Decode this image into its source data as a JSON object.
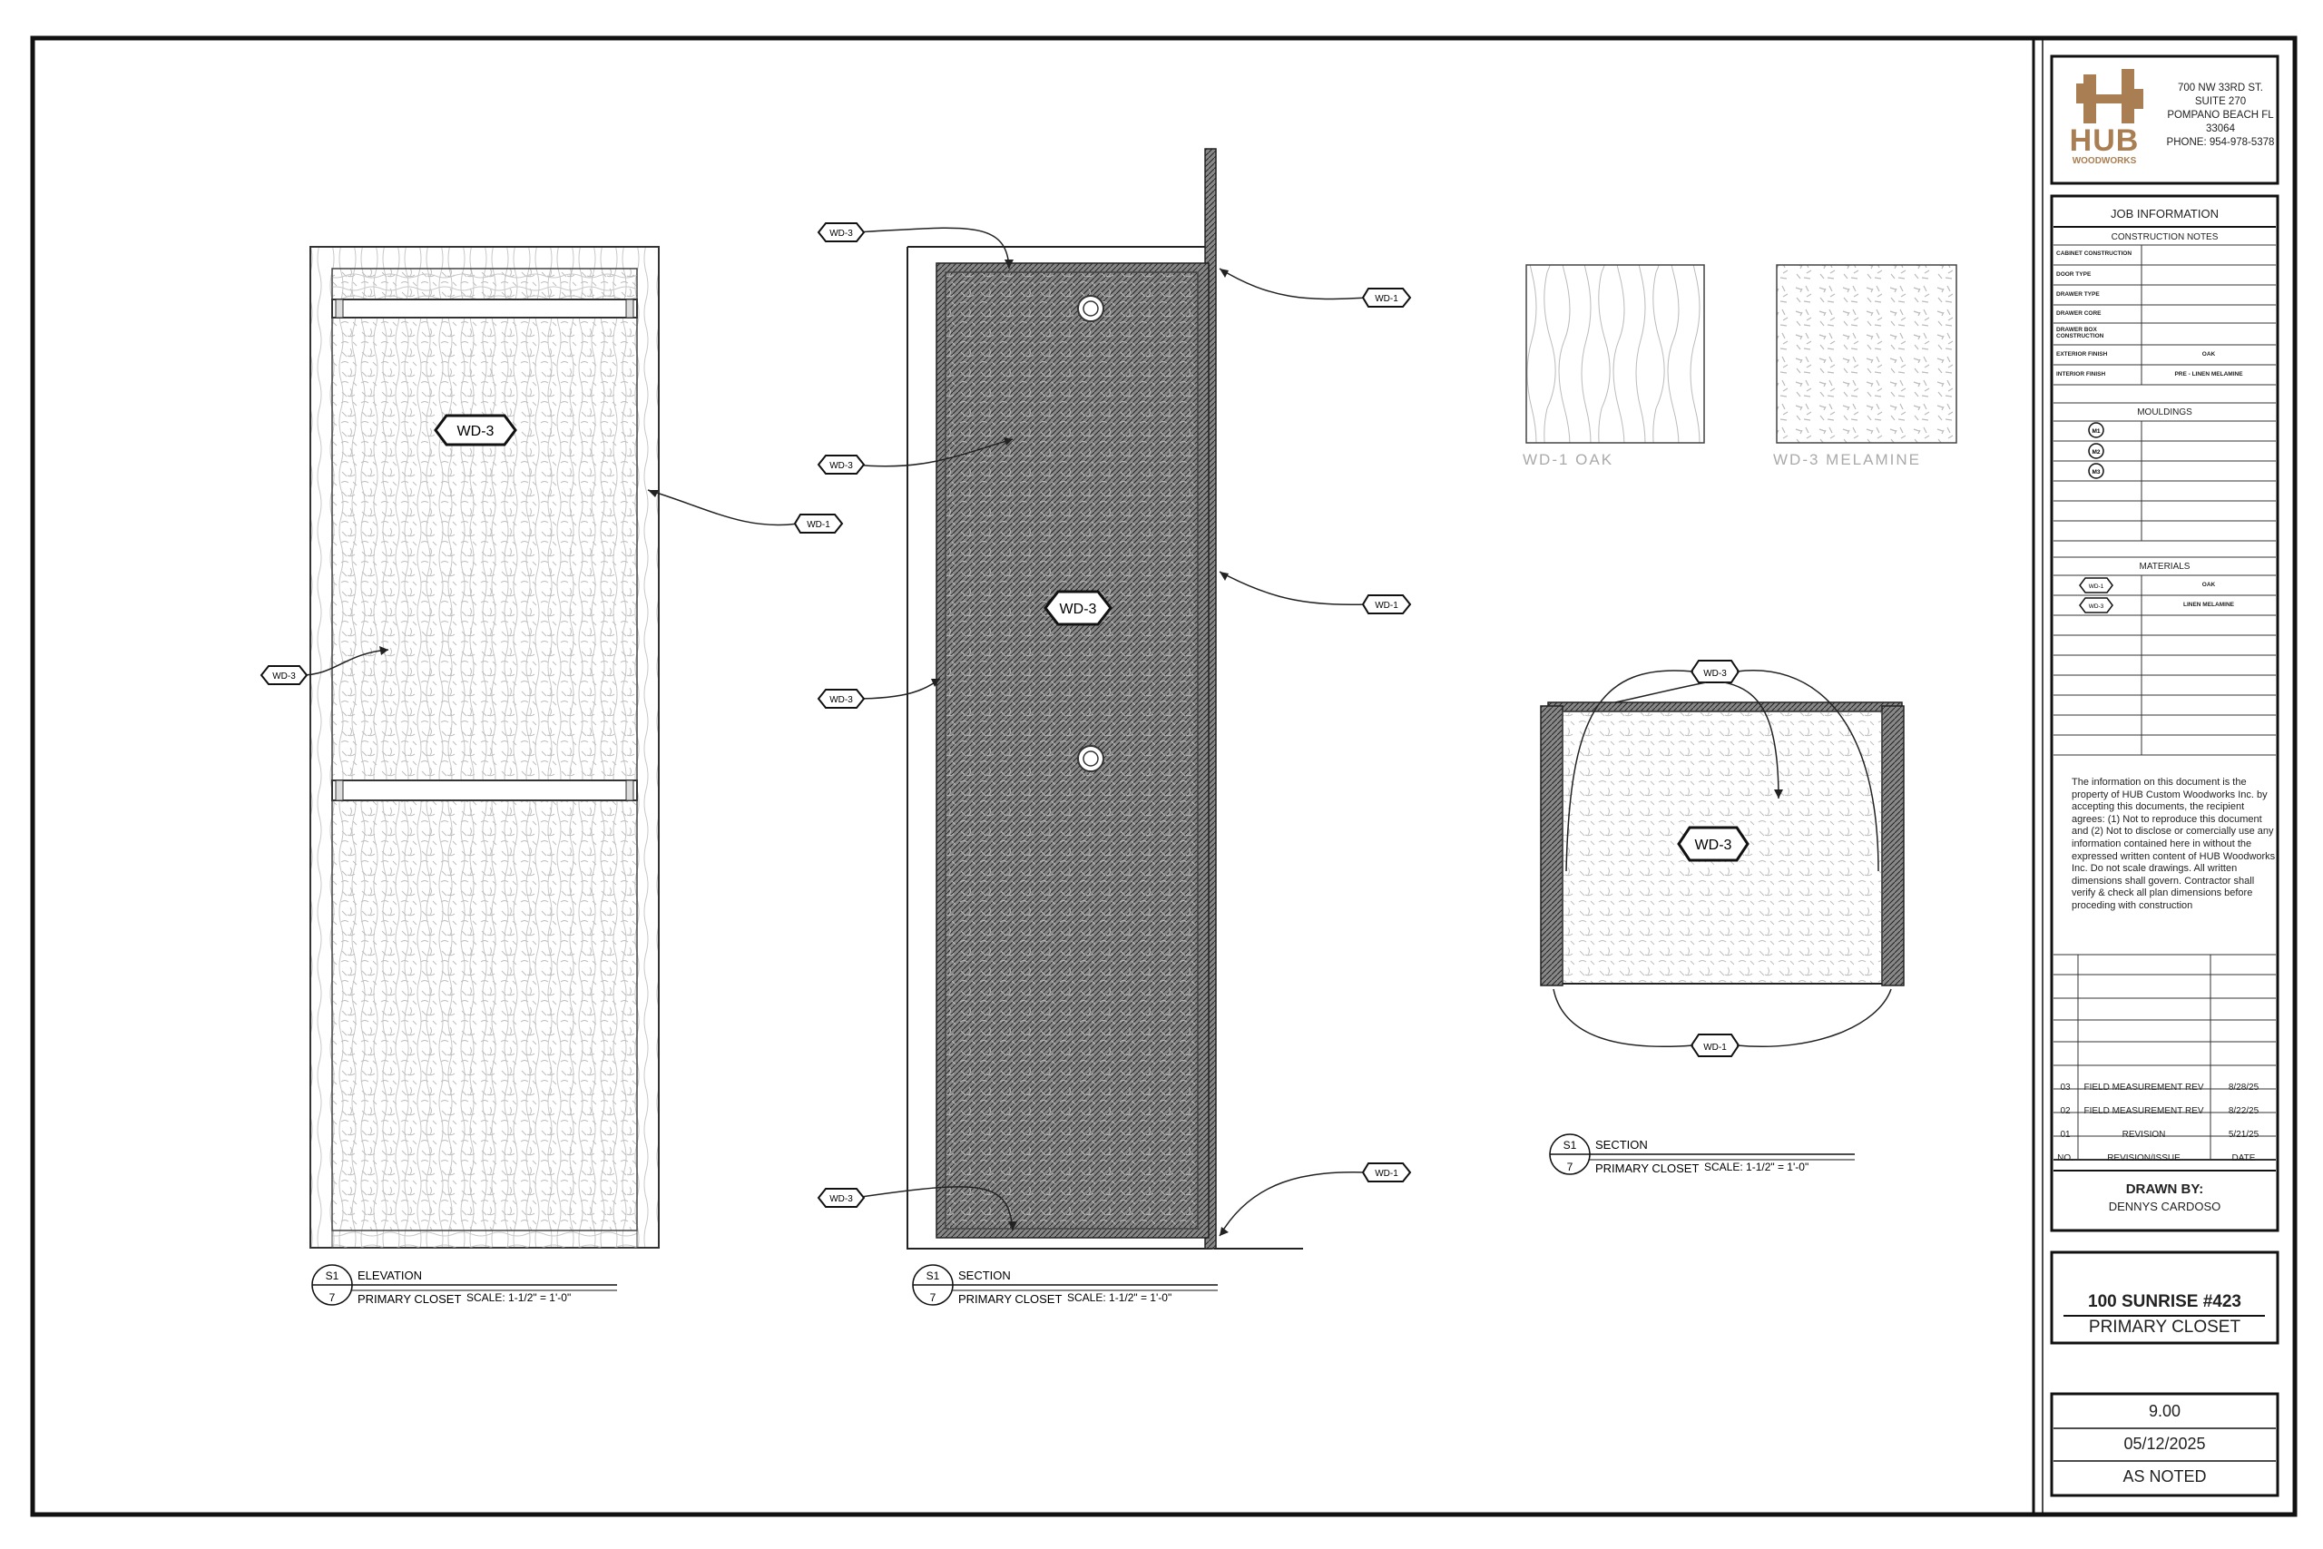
{
  "company": {
    "logo_word": "HUB",
    "logo_sub": "WOODWORKS",
    "address_lines": [
      "700 NW 33RD ST.",
      "SUITE 270",
      "POMPANO BEACH FL",
      "33064",
      "PHONE: 954-978-5378"
    ]
  },
  "job_info": {
    "title": "JOB INFORMATION",
    "construction_notes_title": "CONSTRUCTION NOTES",
    "rows": [
      {
        "label": "CABINET CONSTRUCTION",
        "value": ""
      },
      {
        "label": "DOOR TYPE",
        "value": ""
      },
      {
        "label": "DRAWER TYPE",
        "value": ""
      },
      {
        "label": "DRAWER CORE",
        "value": ""
      },
      {
        "label": "DRAWER BOX CONSTRUCTION",
        "value": ""
      },
      {
        "label": "EXTERIOR FINISH",
        "value": "OAK"
      },
      {
        "label": "INTERIOR FINISH",
        "value": "PRE - LINEN MELAMINE"
      }
    ],
    "mouldings_title": "MOULDINGS",
    "mouldings": [
      "M1",
      "M2",
      "M3"
    ],
    "materials_title": "MATERIALS",
    "materials": [
      {
        "tag": "WD-1",
        "name": "OAK"
      },
      {
        "tag": "WD-3",
        "name": "LINEN MELAMINE"
      }
    ]
  },
  "notice": "The information on this document is the property of HUB Custom Woodworks Inc. by accepting this documents, the recipient agrees: (1) Not to reproduce this document and (2) Not to disclose or comercially use any information contained here in without the expressed written content of HUB Woodworks Inc. Do not scale drawings. All written dimensions shall govern. Contractor shall verify & check all plan dimensions before proceding with construction",
  "revisions": [
    {
      "no": "03",
      "desc": "FIELD MEASUREMENT REV",
      "date": "8/28/25"
    },
    {
      "no": "02",
      "desc": "FIELD MEASUREMENT REV",
      "date": "8/22/25"
    },
    {
      "no": "01",
      "desc": "REVISION",
      "date": "5/21/25"
    }
  ],
  "revision_header": {
    "no": "NO.",
    "desc": "REVISION/ISSUE",
    "date": "DATE"
  },
  "drawn_by": {
    "label": "DRAWN BY:",
    "name": "DENNYS CARDOSO"
  },
  "project": {
    "name": "100 SUNRISE #423",
    "room": "PRIMARY CLOSET"
  },
  "sheet": {
    "number": "9.00",
    "date": "05/12/2025",
    "scale": "AS NOTED"
  },
  "views": {
    "elevation": {
      "sheet": "S1",
      "detail": "7",
      "title": "ELEVATION",
      "subtitle": "PRIMARY CLOSET",
      "scale": "SCALE: 1-1/2\" = 1'-0\""
    },
    "section_left": {
      "sheet": "S1",
      "detail": "7",
      "title": "SECTION",
      "subtitle": "PRIMARY CLOSET",
      "scale": "SCALE: 1-1/2\" = 1'-0\""
    },
    "section_right": {
      "sheet": "S1",
      "detail": "7",
      "title": "SECTION",
      "subtitle": "PRIMARY CLOSET",
      "scale": "SCALE: 1-1/2\" = 1'-0\""
    }
  },
  "tags": {
    "wd1": "WD-1",
    "wd3": "WD-3"
  },
  "swatches": [
    {
      "caption": "WD-1  OAK"
    },
    {
      "caption": "WD-3  MELAMINE"
    }
  ],
  "colors": {
    "line": "#222222",
    "logo": "#a97e52",
    "hatch": "#b8b8b8"
  }
}
